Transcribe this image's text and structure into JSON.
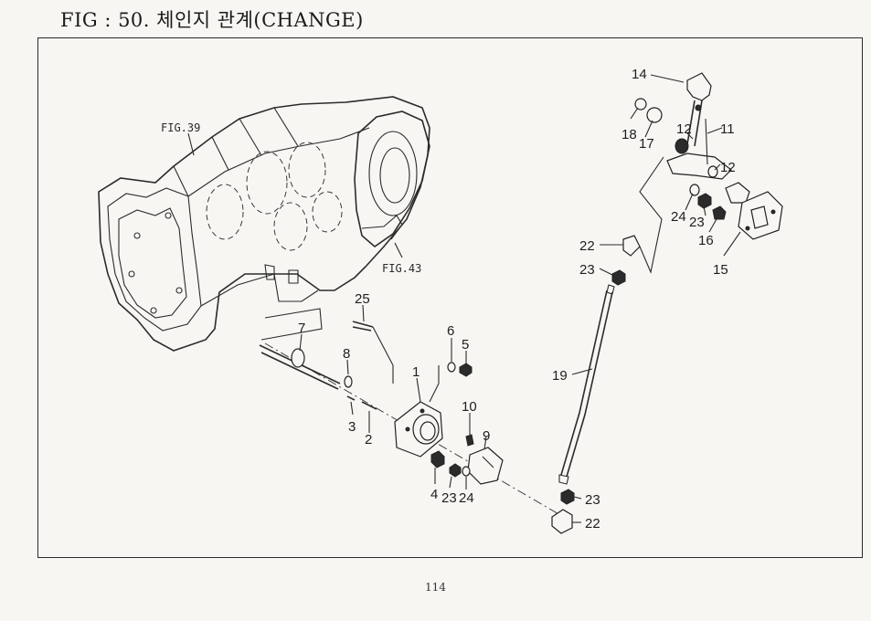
{
  "figure": {
    "title": "FIG : 50. 체인지 관계(CHANGE)",
    "page_number": "114"
  },
  "references": {
    "fig39": "FIG.39",
    "fig43": "FIG.43"
  },
  "callouts": {
    "c1": "1",
    "c2": "2",
    "c3": "3",
    "c4": "4",
    "c5": "5",
    "c6": "6",
    "c7": "7",
    "c8": "8",
    "c9": "9",
    "c10": "10",
    "c11": "11",
    "c12a": "12",
    "c12b": "12",
    "c14": "14",
    "c15": "15",
    "c16": "16",
    "c17": "17",
    "c18": "18",
    "c19": "19",
    "c22a": "22",
    "c22b": "22",
    "c23a": "23",
    "c23b": "23",
    "c23c": "23",
    "c23d": "23",
    "c24a": "24",
    "c24b": "24",
    "c25": "25"
  }
}
